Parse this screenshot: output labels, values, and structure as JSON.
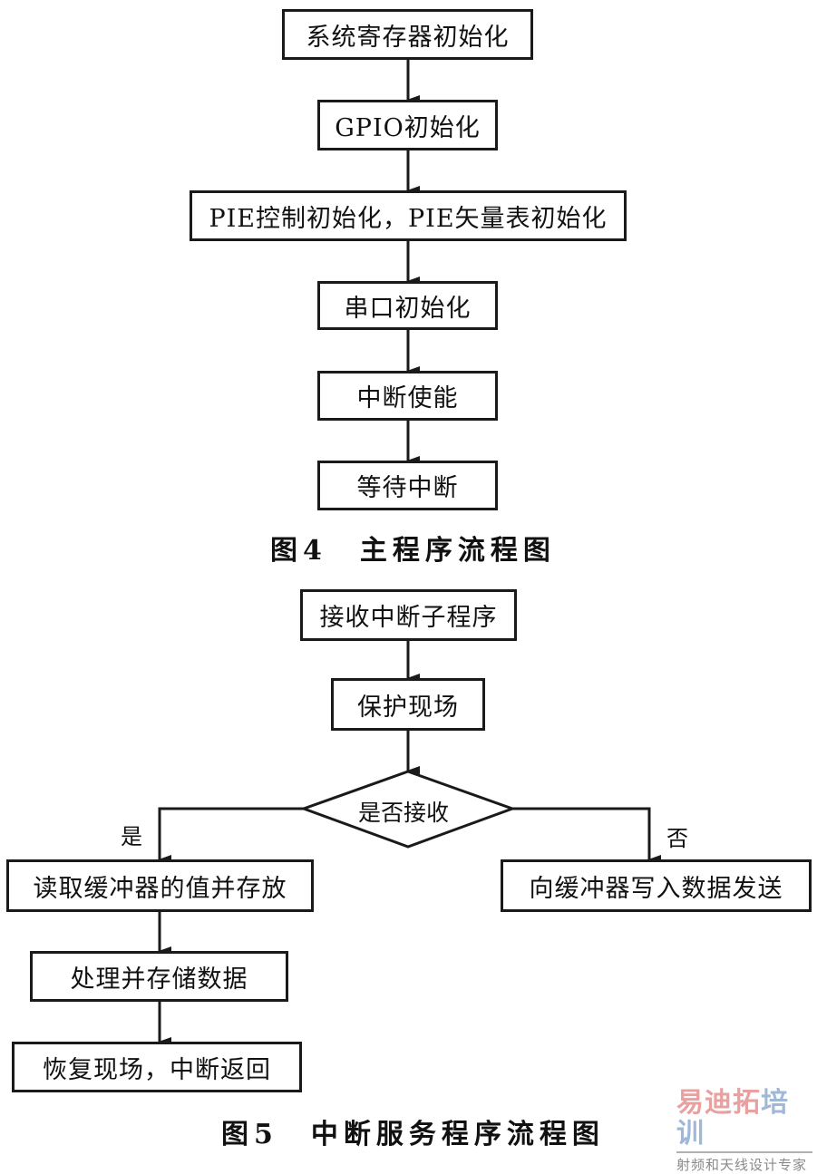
{
  "figure4": {
    "caption": "图4　主程序流程图",
    "steps": [
      "系统寄存器初始化",
      "GPIO初始化",
      "PIE控制初始化，PIE矢量表初始化",
      "串口初始化",
      "中断使能",
      "等待中断"
    ]
  },
  "figure5": {
    "caption": "图5　中断服务程序流程图",
    "start": "接收中断子程序",
    "protect": "保护现场",
    "decision": "是否接收",
    "yes_label": "是",
    "no_label": "否",
    "yes_steps": [
      "读取缓冲器的值并存放",
      "处理并存储数据",
      "恢复现场，中断返回"
    ],
    "no_step": "向缓冲器写入数据发送"
  },
  "watermark": {
    "brand_red": "易迪拓",
    "brand_blue": "培训",
    "tagline": "射频和天线设计专家"
  }
}
